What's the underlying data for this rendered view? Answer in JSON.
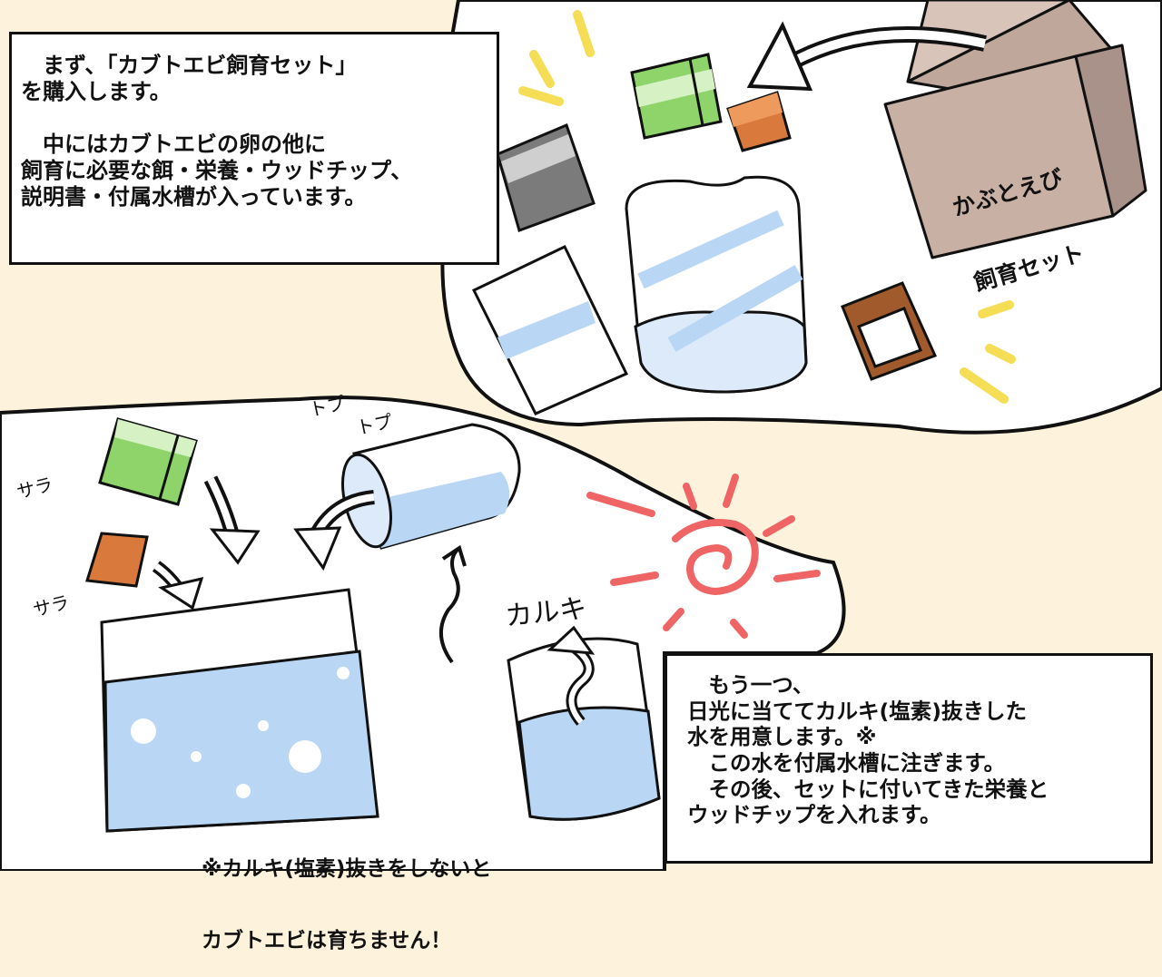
{
  "caption_top": {
    "line1": "　まず、「カブトエビ飼育セット」",
    "line2": "を購入します。",
    "line3": "　中にはカブトエビの卵の他に",
    "line4": "飼育に必要な餌・栄養・ウッドチップ、",
    "line5": "説明書・付属水槽が入っています。"
  },
  "box_label": {
    "line1": "かぶとえび",
    "line2": "飼育セット"
  },
  "sfx": {
    "topu1": "トプ",
    "topu2": "トプ",
    "sara1": "サラ",
    "sara2": "サラ",
    "karuki": "カルキ"
  },
  "note_bottom": {
    "line1": "※カルキ(塩素)抜きをしないと",
    "line2": "カブトエビは育ちません！"
  },
  "caption_bottom": {
    "line1": "　もう一つ、",
    "line2": "日光に当ててカルキ(塩素)抜きした",
    "line3": "水を用意します。※",
    "line4": "　この水を付属水槽に注ぎます。",
    "line5": "　その後、セットに付いてきた栄養と",
    "line6": "ウッドチップを入れます。"
  },
  "colors": {
    "background": "#fdf3dc",
    "panel": "#ffffff",
    "water": "#b9d6f5",
    "green_pack": "#8fd46b",
    "orange_pack": "#d97a3c",
    "box": "#c9b0a4",
    "sun": "#ef6464",
    "sparkle": "#f5dd55"
  }
}
